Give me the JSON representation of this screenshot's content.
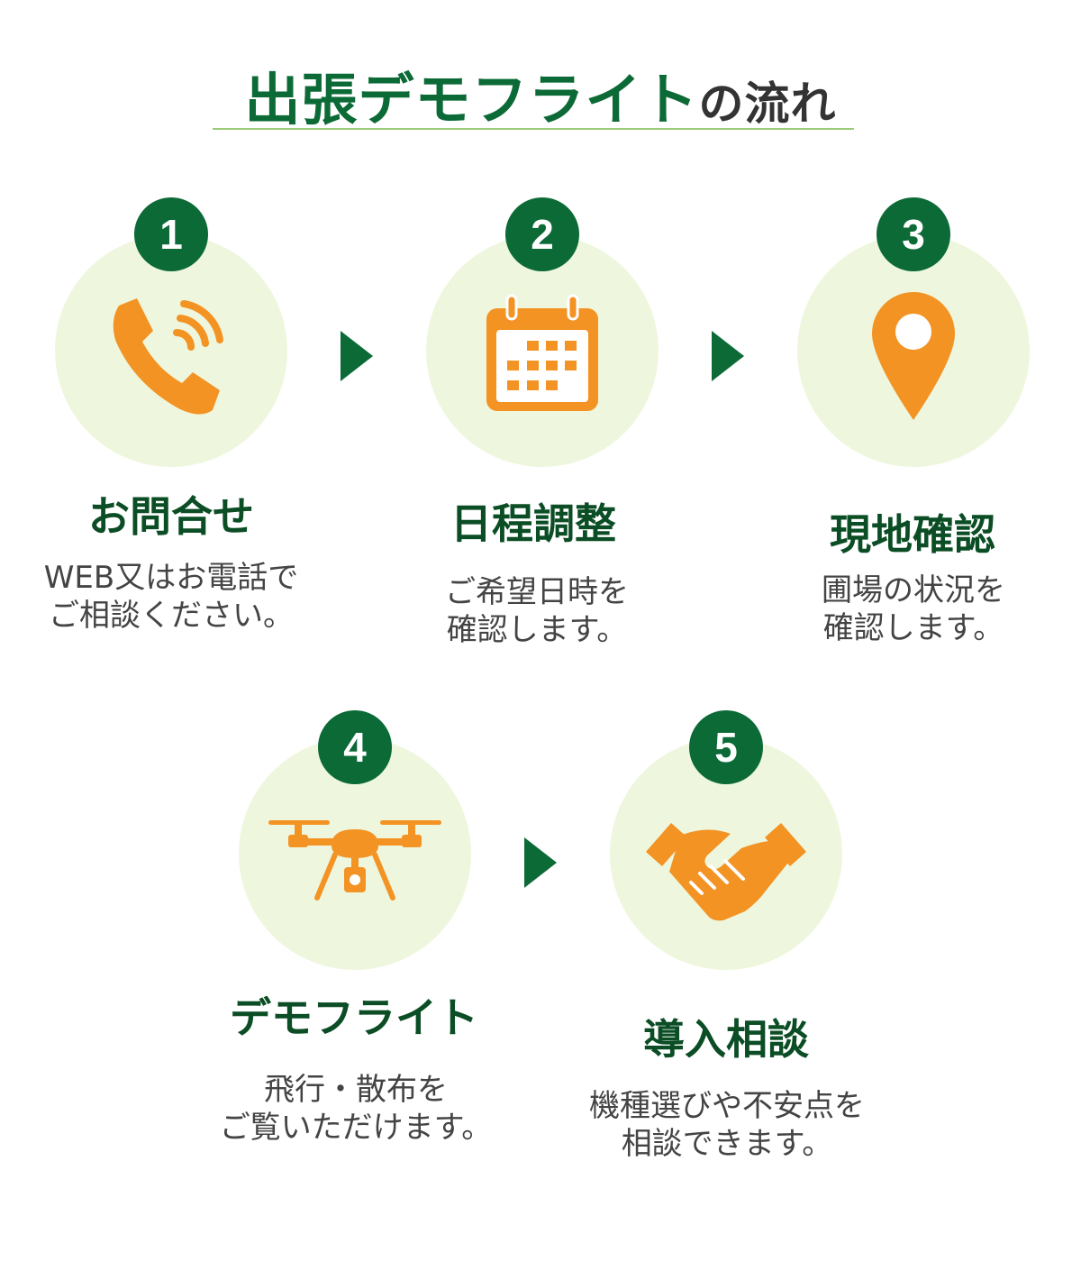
{
  "title": {
    "main": "出張デモフライト",
    "suffix": "の流れ"
  },
  "colors": {
    "brand_green": "#0b6a36",
    "icon_orange": "#f39324",
    "circle_bg": "#eef7de",
    "title_green": "#0b4d24"
  },
  "steps": [
    {
      "number": "1",
      "icon": "phone-icon",
      "title": "お問合せ",
      "desc": [
        "WEB又はお電話で",
        "ご相談ください。"
      ]
    },
    {
      "number": "2",
      "icon": "calendar-icon",
      "title": "日程調整",
      "desc": [
        "ご希望日時を",
        "確認します。"
      ]
    },
    {
      "number": "3",
      "icon": "map-pin-icon",
      "title": "現地確認",
      "desc": [
        "圃場の状況を",
        "確認します。"
      ]
    },
    {
      "number": "4",
      "icon": "drone-icon",
      "title": "デモフライト",
      "desc": [
        "飛行・散布を",
        "ご覧いただけます。"
      ]
    },
    {
      "number": "5",
      "icon": "handshake-icon",
      "title": "導入相談",
      "desc": [
        "機種選びや不安点を",
        "相談できます。"
      ]
    }
  ]
}
